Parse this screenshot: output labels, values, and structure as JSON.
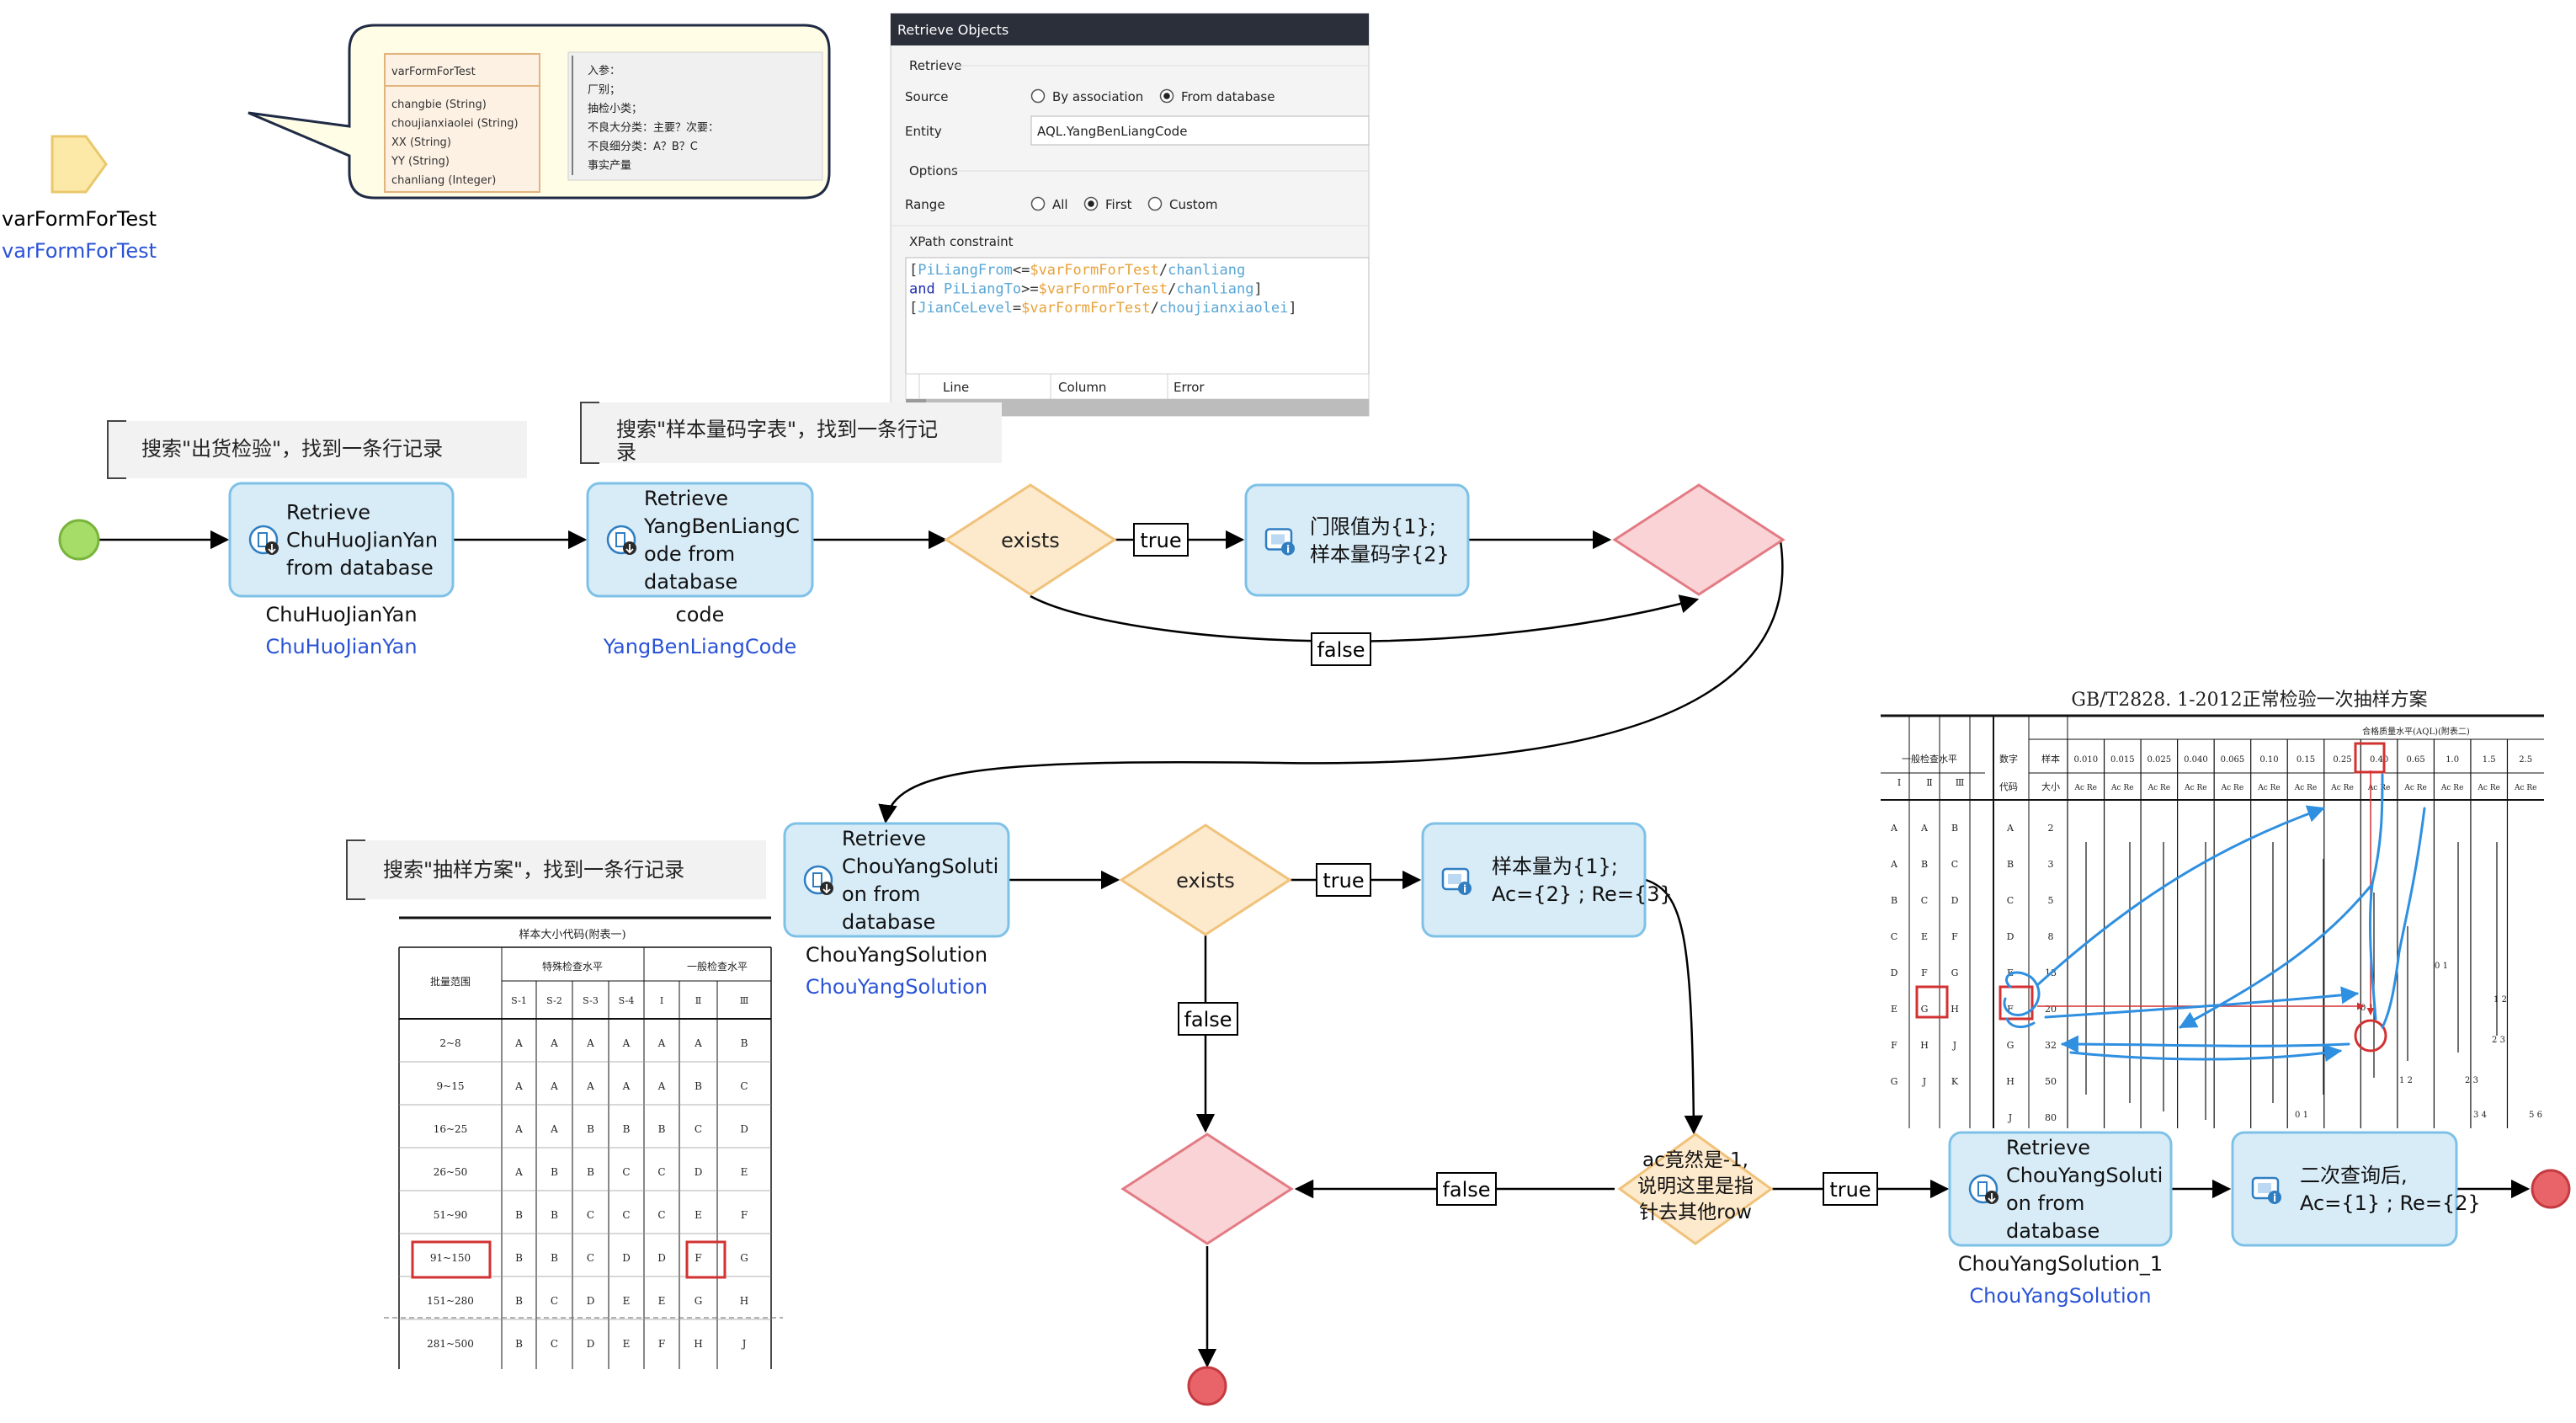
{
  "parameter": {
    "name": "varFormForTest",
    "type": "varFormForTest",
    "entity_title": "varFormForTest",
    "entity_attributes": [
      "changbie (String)",
      "choujianxiaolei (String)",
      "XX (String)",
      "YY (String)",
      "chanliang (Integer)"
    ],
    "note_lines": [
      "入参：",
      "厂别；",
      "抽检小类；",
      "不良大分类：主要？次要：",
      "不良细分类：A？B？C",
      "事实产量"
    ]
  },
  "retrieve_dialog": {
    "title": "Retrieve Objects",
    "section_retrieve": "Retrieve",
    "source_label": "Source",
    "source_options": [
      "By association",
      "From database"
    ],
    "source_selected": "From database",
    "entity_label": "Entity",
    "entity_value": "AQL.YangBenLiangCode",
    "section_options": "Options",
    "range_label": "Range",
    "range_options": [
      "All",
      "First",
      "Custom"
    ],
    "range_selected": "First",
    "xpath_label": "XPath constraint",
    "xpath_lines": [
      [
        {
          "t": "[",
          "c": "plain"
        },
        {
          "t": "PiLiangFrom",
          "c": "attr"
        },
        {
          "t": "<=",
          "c": "plain"
        },
        {
          "t": "$varFormForTest",
          "c": "var"
        },
        {
          "t": "/",
          "c": "plain"
        },
        {
          "t": "chanliang",
          "c": "attr"
        }
      ],
      [
        {
          "t": "and",
          "c": "kw"
        },
        {
          "t": " ",
          "c": "plain"
        },
        {
          "t": "PiLiangTo",
          "c": "attr"
        },
        {
          "t": ">=",
          "c": "plain"
        },
        {
          "t": "$varFormForTest",
          "c": "var"
        },
        {
          "t": "/",
          "c": "plain"
        },
        {
          "t": "chanliang",
          "c": "attr"
        },
        {
          "t": "]",
          "c": "plain"
        }
      ],
      [
        {
          "t": "[",
          "c": "plain"
        },
        {
          "t": "JianCeLevel",
          "c": "attr"
        },
        {
          "t": "=",
          "c": "plain"
        },
        {
          "t": "$varFormForTest",
          "c": "var"
        },
        {
          "t": "/",
          "c": "plain"
        },
        {
          "t": "choujianxiaolei",
          "c": "attr"
        },
        {
          "t": "]",
          "c": "plain"
        }
      ]
    ],
    "error_columns": [
      "Line",
      "Column",
      "Error"
    ]
  },
  "annotations": {
    "a1": "搜索\"出货检验\"，找到一条行记录",
    "a2_line1": "搜索\"样本量码字表\"，找到一条行记",
    "a2_line2": "录",
    "a3": "搜索\"抽样方案\"，找到一条行记录"
  },
  "activities": {
    "r1": {
      "lines": [
        "Retrieve",
        "ChuHuoJianYan",
        "from database"
      ],
      "var": "ChuHuoJianYan",
      "type": "ChuHuoJianYan"
    },
    "r2": {
      "lines": [
        "Retrieve",
        "YangBenLiangC",
        "ode from",
        "database"
      ],
      "var": "code",
      "type": "YangBenLiangCode"
    },
    "r3": {
      "lines": [
        "Retrieve",
        "ChouYangSoluti",
        "on from",
        "database"
      ],
      "var": "ChouYangSolution",
      "type": "ChouYangSolution"
    },
    "r4": {
      "lines": [
        "Retrieve",
        "ChouYangSoluti",
        "on from",
        "database"
      ],
      "var": "ChouYangSolution_1",
      "type": "ChouYangSolution"
    },
    "m1": {
      "lines": [
        "门限值为{1};",
        "样本量码字{2}"
      ]
    },
    "m2": {
      "lines": [
        "样本量为{1};",
        "Ac={2} ; Re={3}"
      ]
    },
    "m3": {
      "lines": [
        "二次查询后,",
        "Ac={1} ; Re={2}"
      ]
    }
  },
  "decisions": {
    "d1": "exists",
    "d2": "exists",
    "d3": [
      "ac竟然是-1,",
      "说明这里是指",
      "针去其他row"
    ]
  },
  "flow_labels": {
    "true": "true",
    "false": "false"
  },
  "table1": {
    "title": "样本大小代码(附表一)",
    "col_lot": "批量范围",
    "group_special": "特殊检查水平",
    "group_general": "一般检查水平",
    "sub_headers": [
      "S-1",
      "S-2",
      "S-3",
      "S-4",
      "Ⅰ",
      "Ⅱ",
      "Ⅲ"
    ],
    "rows": [
      {
        "range": "2~8",
        "codes": [
          "A",
          "A",
          "A",
          "A",
          "A",
          "A",
          "B"
        ]
      },
      {
        "range": "9~15",
        "codes": [
          "A",
          "A",
          "A",
          "A",
          "A",
          "B",
          "C"
        ]
      },
      {
        "range": "16~25",
        "codes": [
          "A",
          "A",
          "B",
          "B",
          "B",
          "C",
          "D"
        ]
      },
      {
        "range": "26~50",
        "codes": [
          "A",
          "B",
          "B",
          "C",
          "C",
          "D",
          "E"
        ]
      },
      {
        "range": "51~90",
        "codes": [
          "B",
          "B",
          "C",
          "C",
          "C",
          "E",
          "F"
        ]
      },
      {
        "range": "91~150",
        "codes": [
          "B",
          "B",
          "C",
          "D",
          "D",
          "F",
          "G"
        ]
      },
      {
        "range": "151~280",
        "codes": [
          "B",
          "C",
          "D",
          "E",
          "E",
          "G",
          "H"
        ]
      },
      {
        "range": "281~500",
        "codes": [
          "B",
          "C",
          "D",
          "E",
          "F",
          "H",
          "J"
        ]
      }
    ]
  },
  "table2": {
    "title": "GB/T2828. 1-2012正常检验一次抽样方案",
    "aql_caption": "合格质量水平(AQL)(附表二)",
    "left_header": "一般检查水平",
    "left_sub": [
      "Ⅰ",
      "Ⅱ",
      "Ⅲ"
    ],
    "code_header": [
      "数字",
      "代码"
    ],
    "size_header": [
      "样本",
      "大小"
    ],
    "aql_values": [
      "0.010",
      "0.015",
      "0.025",
      "0.040",
      "0.065",
      "0.10",
      "0.15",
      "0.25",
      "0.40",
      "0.65",
      "1.0",
      "1.5",
      "2.5"
    ],
    "acre": "Ac Re",
    "left_rows": [
      [
        "A",
        "A",
        "B"
      ],
      [
        "A",
        "B",
        "C"
      ],
      [
        "B",
        "C",
        "D"
      ],
      [
        "C",
        "E",
        "F"
      ],
      [
        "D",
        "F",
        "G"
      ],
      [
        "E",
        "G",
        "H"
      ],
      [
        "F",
        "H",
        "J"
      ],
      [
        "G",
        "J",
        "K"
      ]
    ],
    "codes": [
      "A",
      "B",
      "C",
      "D",
      "E",
      "F",
      "G",
      "H",
      "J"
    ],
    "sizes": [
      "2",
      "3",
      "5",
      "8",
      "13",
      "20",
      "32",
      "50",
      "80"
    ],
    "cell_marks": [
      "0 1",
      "0 1",
      "0 1",
      "1 2",
      "2 3",
      "1 2",
      "2 3",
      "3 4",
      "5 6"
    ]
  },
  "colors": {
    "activity_fill": "#d8ecf8",
    "activity_stroke": "#7ec1e7",
    "decision_fill": "#fde9cc",
    "decision_stroke": "#f0c27a",
    "merge_fill": "#f9d3d6",
    "merge_stroke": "#e37b84",
    "start_fill": "#a6dd68",
    "start_stroke": "#78b43c",
    "end_fill": "#e86468",
    "end_stroke": "#c43a40",
    "annotation_blue": "#2a53d6",
    "sketch_blue": "#2f8fe0",
    "highlight_red": "#d23232"
  }
}
